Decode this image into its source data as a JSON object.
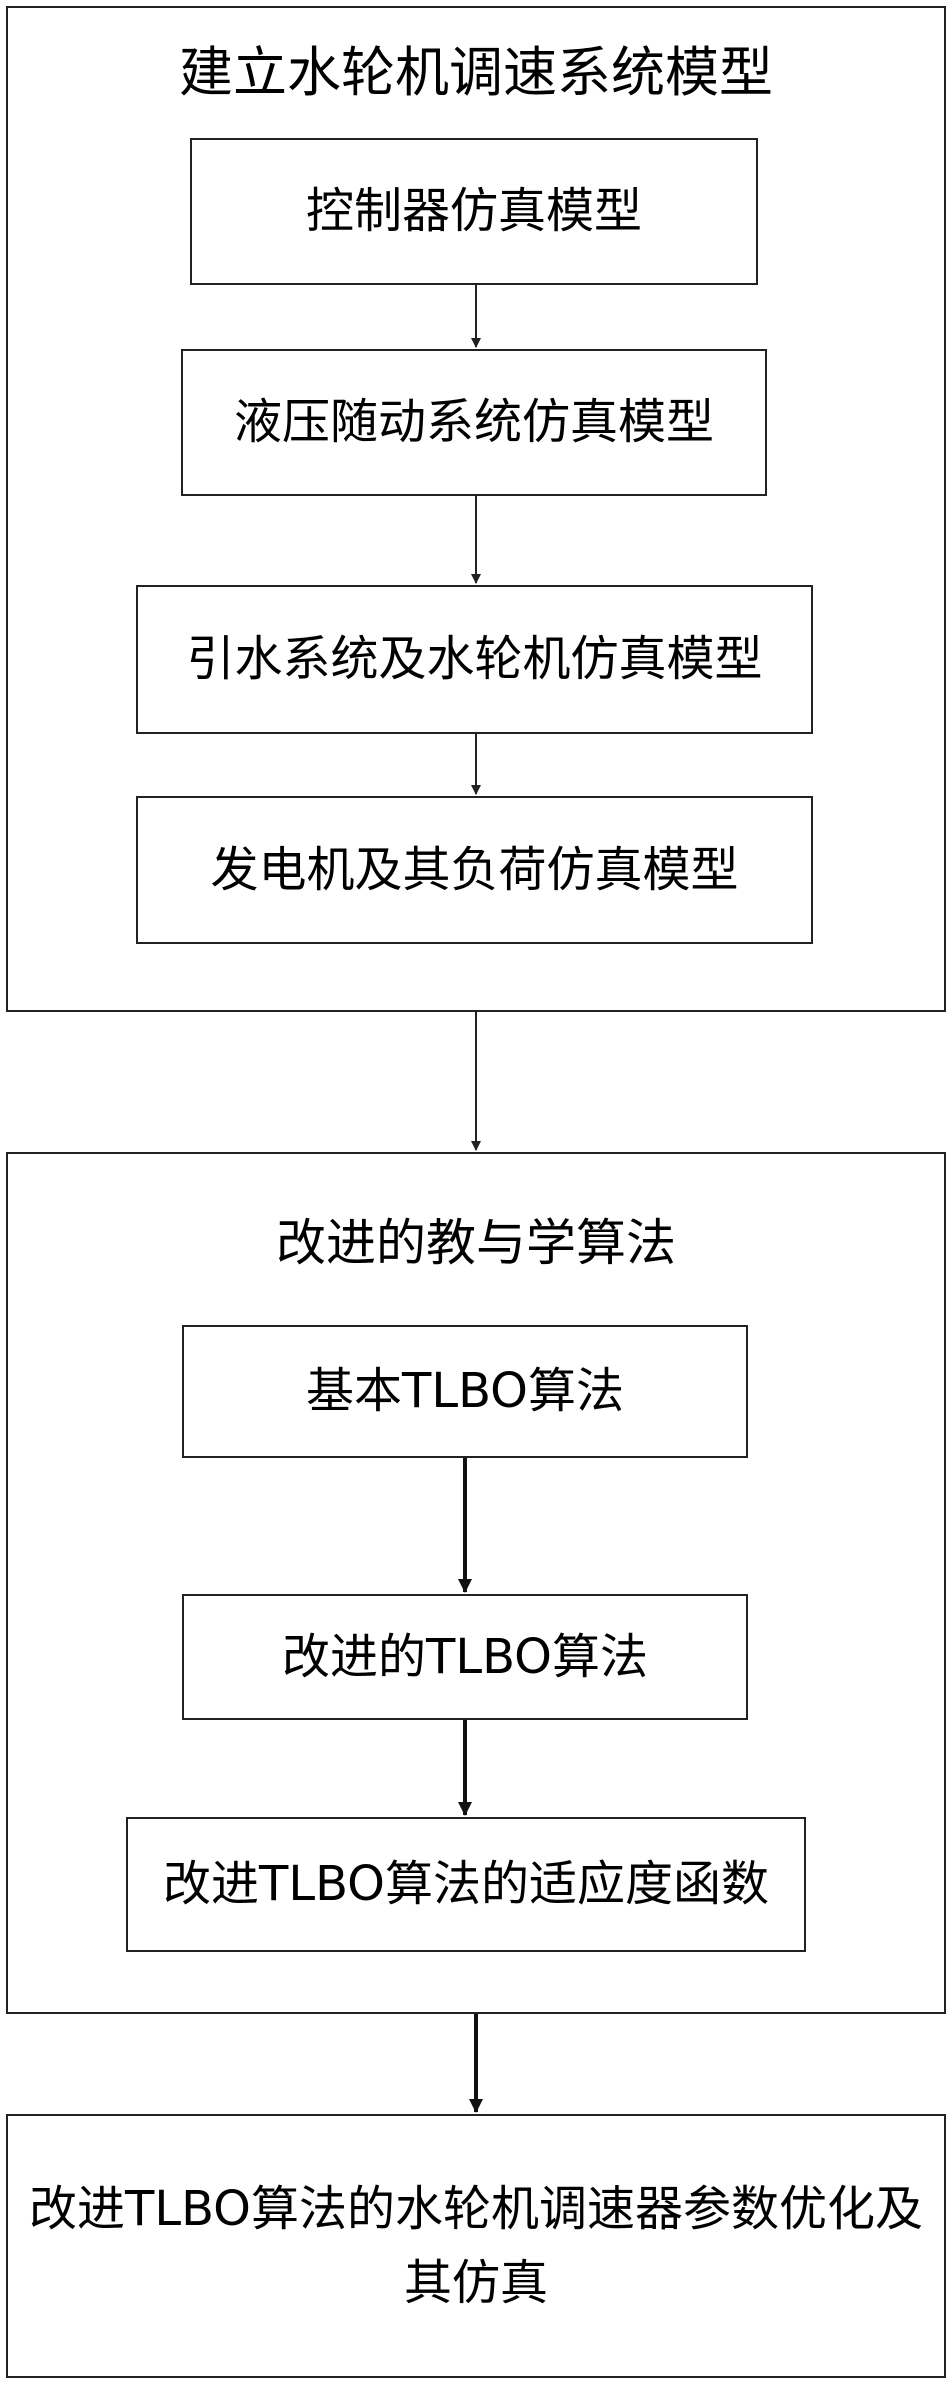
{
  "section1": {
    "title": "建立水轮机调速系统模型",
    "steps": [
      "控制器仿真模型",
      "液压随动系统仿真模型",
      "引水系统及水轮机仿真模型",
      "发电机及其负荷仿真模型"
    ]
  },
  "section2": {
    "title": "改进的教与学算法",
    "steps": [
      "基本TLBO算法",
      "改进的TLBO算法",
      "改进TLBO算法的适应度函数"
    ]
  },
  "final": {
    "label": "改进TLBO算法的水轮机调速器参数优化及其仿真"
  }
}
